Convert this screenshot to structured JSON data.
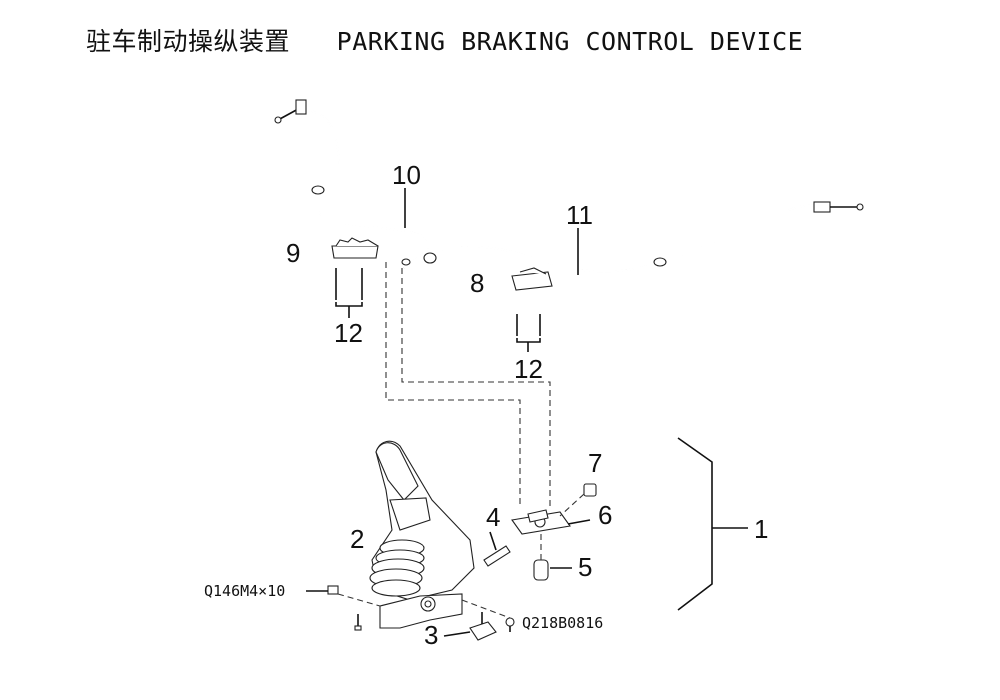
{
  "title": {
    "zh": "驻车制动操纵装置",
    "en": "PARKING BRAKING CONTROL DEVICE"
  },
  "callouts": {
    "c1": "1",
    "c2": "2",
    "c3": "3",
    "c4": "4",
    "c5": "5",
    "c6": "6",
    "c7": "7",
    "c8": "8",
    "c9": "9",
    "c10": "10",
    "c11": "11",
    "c12a": "12",
    "c12b": "12"
  },
  "part_codes": {
    "left_bolt": "Q146M4×10",
    "right_bolt": "Q218B0816"
  }
}
